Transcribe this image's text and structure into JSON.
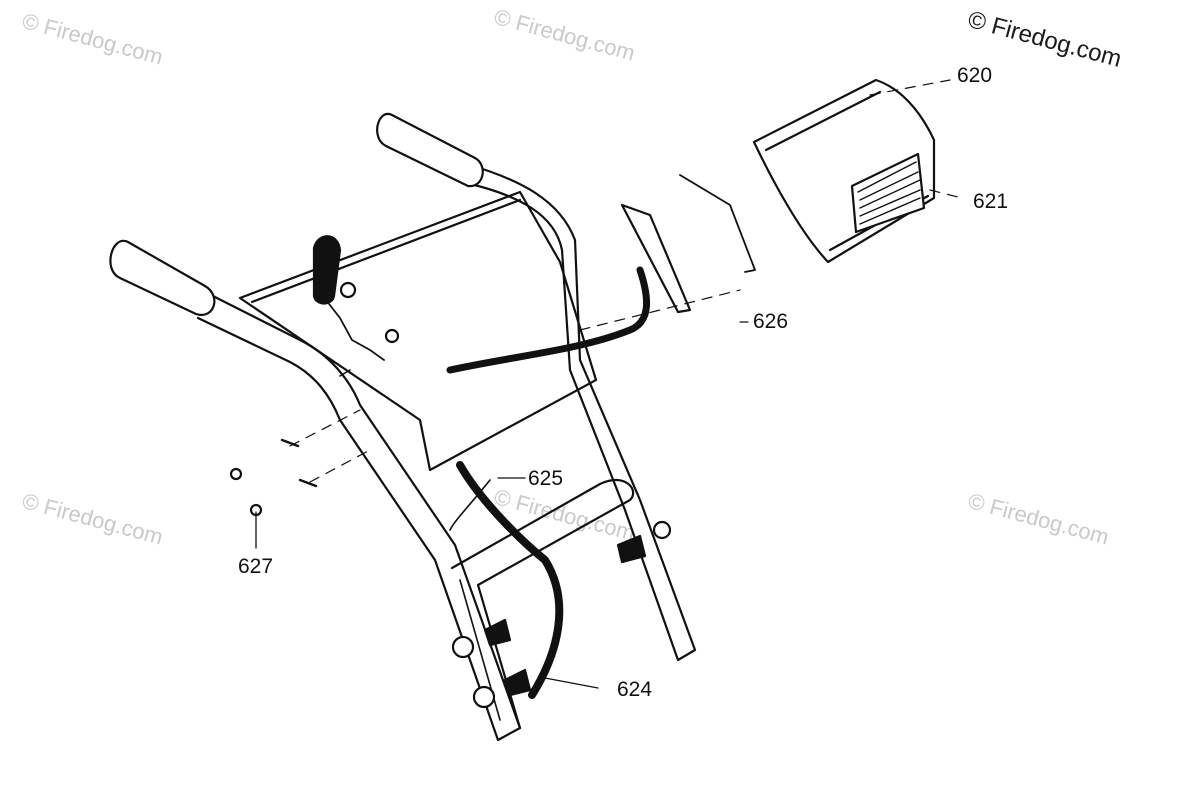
{
  "watermark_main": "© Firedog.com",
  "watermarks": [
    "© Firedog.com",
    "© Firedog.com",
    "© Firedog.com",
    "© Firedog.com",
    "© Firedog.com"
  ],
  "callouts": {
    "p620": "620",
    "p621": "621",
    "p624": "624",
    "p625": "625",
    "p626": "626",
    "p627": "627"
  },
  "colors": {
    "line": "#111111",
    "watermark": "#c9c9c9",
    "background": "#ffffff"
  }
}
